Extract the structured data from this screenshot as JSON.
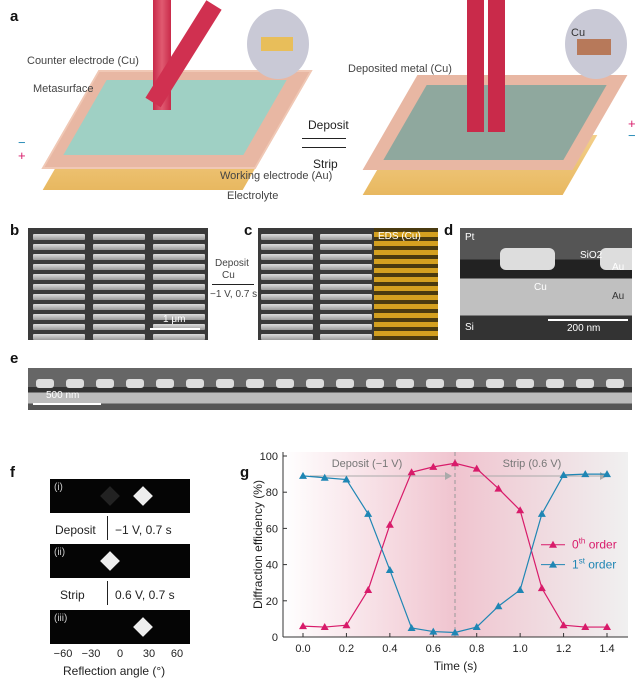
{
  "panels": {
    "a": "a",
    "b": "b",
    "c": "c",
    "d": "d",
    "e": "e",
    "f": "f",
    "g": "g"
  },
  "a": {
    "counter_electrode": "Counter electrode (Cu)",
    "metasurface": "Metasurface",
    "electrolyte": "Electrolyte",
    "working_electrode": "Working electrode (Au)",
    "deposited_metal": "Deposited metal (Cu)",
    "deposit": "Deposit",
    "strip": "Strip",
    "inset_cu": "Cu",
    "minus": "−",
    "plus": "+"
  },
  "b": {
    "scale": "1 μm"
  },
  "c": {
    "arrow_label1": "Deposit",
    "arrow_label2": "Cu",
    "arrow_label3": "−1 V, 0.7 s",
    "eds": "EDS (Cu)"
  },
  "d": {
    "pt": "Pt",
    "sio2": "SiO2",
    "au1": "Au",
    "au2": "Au",
    "cu": "Cu",
    "si": "Si",
    "scale": "200 nm"
  },
  "e": {
    "scale": "500 nm"
  },
  "f": {
    "i": "(i)",
    "ii": "(ii)",
    "iii": "(iii)",
    "deposit": "Deposit",
    "deposit_cond": "−1 V, 0.7 s",
    "strip": "Strip",
    "strip_cond": "0.6 V, 0.7 s",
    "xticks": [
      "−60",
      "−30",
      "0",
      "30",
      "60"
    ],
    "xlabel": "Reflection angle (°)"
  },
  "chart_data": {
    "type": "line",
    "xlabel": "Time (s)",
    "ylabel": "Diffraction efficiency (%)",
    "xlim": [
      -0.1,
      1.5
    ],
    "ylim": [
      0,
      100
    ],
    "xticks": [
      "0.0",
      "0.2",
      "0.4",
      "0.6",
      "0.8",
      "1.0",
      "1.2",
      "1.4"
    ],
    "yticks": [
      "0",
      "20",
      "40",
      "60",
      "80",
      "100"
    ],
    "x": [
      0.0,
      0.1,
      0.2,
      0.3,
      0.4,
      0.5,
      0.6,
      0.7,
      0.8,
      0.9,
      1.0,
      1.1,
      1.2,
      1.3,
      1.4
    ],
    "series": [
      {
        "name": "0th order",
        "label_base": "0",
        "label_sup": "th",
        "label_rest": " order",
        "color": "#d81b6a",
        "values": [
          6,
          5.5,
          6.5,
          26,
          62,
          91,
          94,
          96,
          93,
          82,
          70,
          27,
          6.5,
          5.5,
          5.5
        ]
      },
      {
        "name": "1st order",
        "label_base": "1",
        "label_sup": "st",
        "label_rest": " order",
        "color": "#1f86b4",
        "values": [
          89,
          88,
          87,
          68,
          37,
          5,
          3,
          2.5,
          5.5,
          17,
          26,
          68,
          89.5,
          90,
          90
        ]
      }
    ],
    "annotations": {
      "deposit": "Deposit (−1 V)",
      "strip": "Strip (0.6 V)"
    },
    "legend_position": "right"
  }
}
